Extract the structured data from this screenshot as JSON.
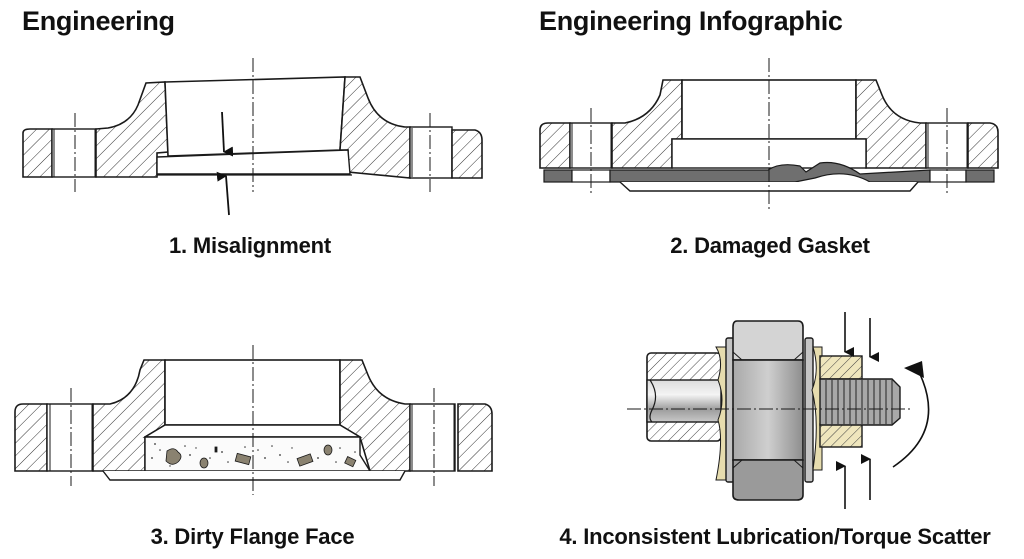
{
  "header": {
    "left_title": "Engineering",
    "right_title": "Engineering Infographic"
  },
  "panels": [
    {
      "caption": "1. Misalignment",
      "icon": "flange-misalignment-diagram"
    },
    {
      "caption": "2. Damaged Gasket",
      "icon": "flange-damaged-gasket-diagram"
    },
    {
      "caption": "3. Dirty Flange Face",
      "icon": "flange-dirty-face-diagram"
    },
    {
      "caption": "4. Inconsistent Lubrication/Torque Scatter",
      "icon": "bolt-nut-torque-diagram"
    }
  ],
  "colors": {
    "line": "#1a1a1a",
    "hatch": "#333333",
    "gasket": "#6f6f6f",
    "debris": "#8a8270",
    "lubricant": "#e6dcae",
    "steel": "#b9b9b9"
  }
}
